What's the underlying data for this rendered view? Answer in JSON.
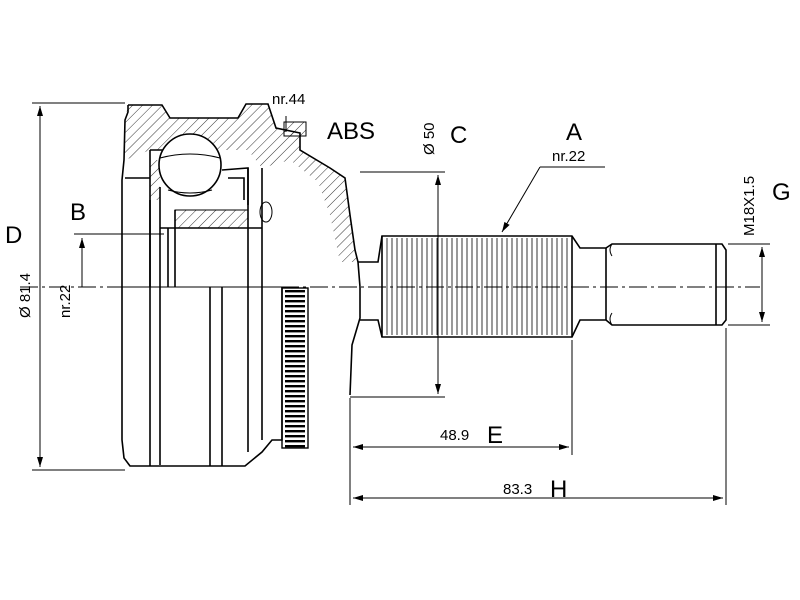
{
  "labels": {
    "D": "D",
    "dia_814": "Ø 81.4",
    "B": "B",
    "nr22_left": "nr.22",
    "nr44": "nr.44",
    "ABS": "ABS",
    "dia_50": "Ø 50",
    "C": "C",
    "A": "A",
    "nr22_right": "nr.22",
    "M18": "M18X1.5",
    "G": "G",
    "E_value": "48.9",
    "E": "E",
    "H_value": "83.3",
    "H": "H"
  }
}
